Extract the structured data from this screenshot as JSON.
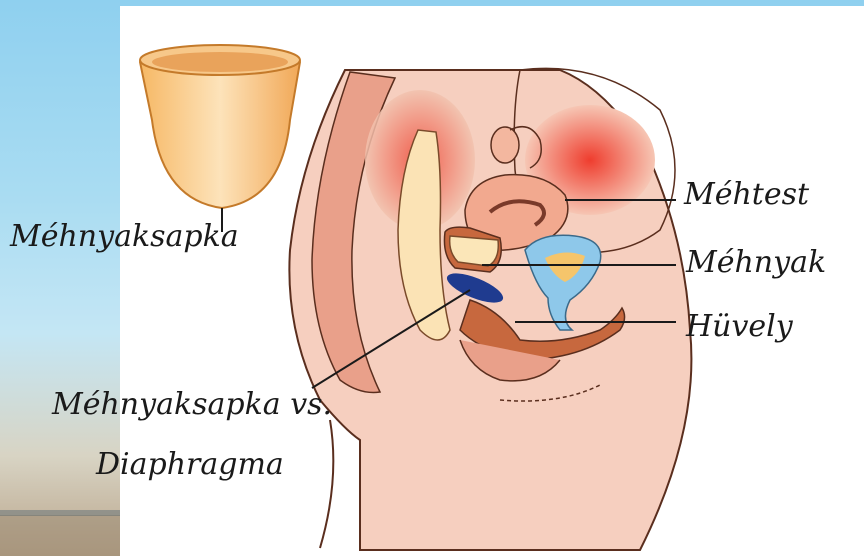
{
  "labels": {
    "cap": "Méhnyaksapka",
    "uterus_body": "Méhtest",
    "cervix": "Méhnyak",
    "vagina": "Hüvely",
    "comparison_line1": "Méhnyaksapka vs.",
    "comparison_line2": "Diaphragma"
  },
  "colors": {
    "tissue": "#e8a08a",
    "tissue_light": "#f4c8b4",
    "highlight_red": "#ef4b3a",
    "cap": "#f2b56a",
    "diaphragm": "#1f3b8f",
    "bladder": "#8ec8ea",
    "outline": "#3a1a10"
  }
}
